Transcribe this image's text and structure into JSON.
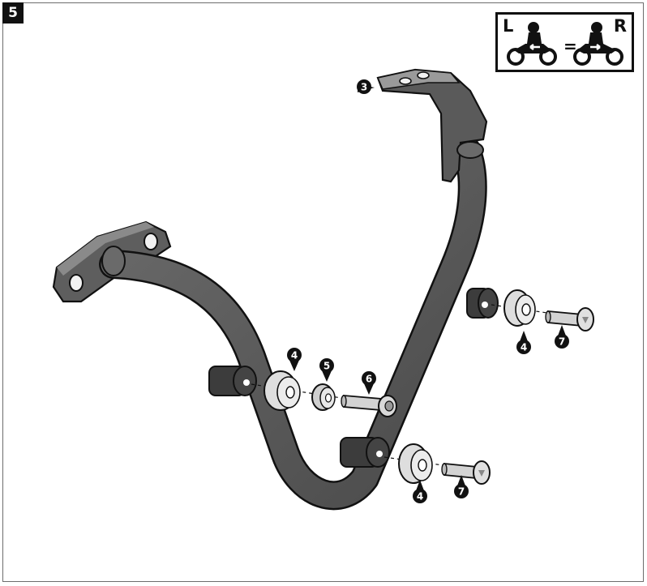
{
  "step_number": "5",
  "side_icon": {
    "left_label": "L",
    "equals": "=",
    "right_label": "R",
    "icons": [
      "motorcycle-rider-icon",
      "motorcycle-rider-icon"
    ]
  },
  "callouts": {
    "c3": "3",
    "c4a": "4",
    "c5": "5",
    "c6": "6",
    "c4b": "4",
    "c7a": "7",
    "c4c": "4",
    "c7b": "7"
  },
  "colors": {
    "tube": "#5b5b5b",
    "tube_dark": "#2f2f2f",
    "spacer": "#3c3c3c",
    "washer": "#e4e4e4",
    "bolt": "#d3d3d3",
    "callout": "#111111"
  }
}
